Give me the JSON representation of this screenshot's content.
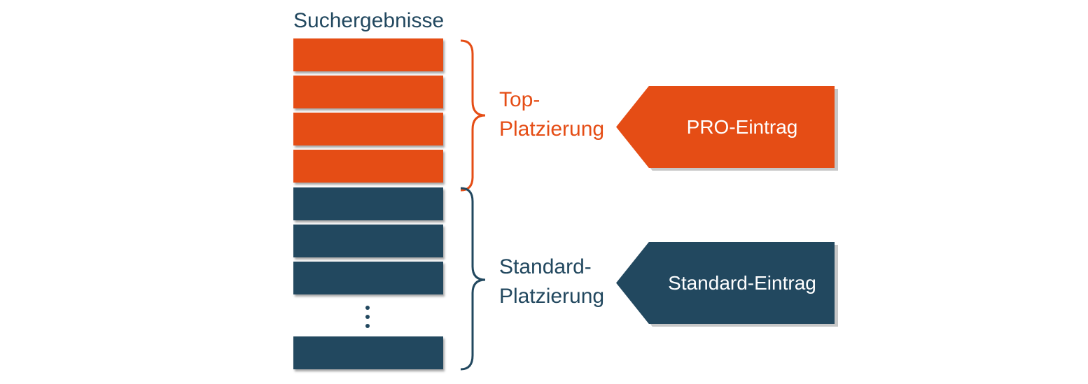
{
  "title": "Suchergebnisse",
  "colors": {
    "orange": "#e54d15",
    "navy": "#22485f"
  },
  "results": {
    "top_count": 4,
    "standard_visible_count": 3,
    "ellipsis": true,
    "standard_tail_count": 1
  },
  "top_group": {
    "label_line1": "Top-",
    "label_line2": "Platzierung",
    "entry_label": "PRO-Eintrag"
  },
  "standard_group": {
    "label_line1": "Standard-",
    "label_line2": "Platzierung",
    "entry_label": "Standard-Eintrag"
  }
}
